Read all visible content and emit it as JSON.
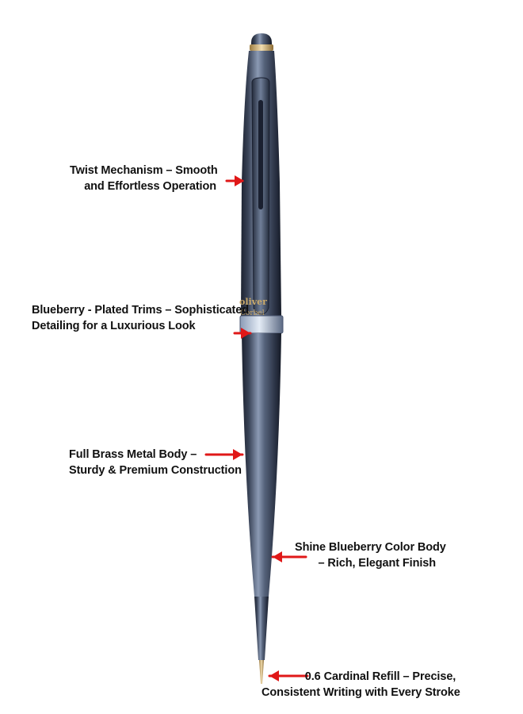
{
  "brand": {
    "name": "oliver",
    "model": "Corbel"
  },
  "colors": {
    "pen_body": "#3a4458",
    "pen_highlight": "#8b9ab4",
    "pen_dark": "#1c2230",
    "gold_accent": "#c9a96a",
    "arrow": "#e01818",
    "text": "#111111"
  },
  "annotations": [
    {
      "line1": "Twist Mechanism – Smooth",
      "line2": "and Effortless Operation"
    },
    {
      "line1": "Blueberry - Plated Trims – Sophisticated",
      "line2": "Detailing for a Luxurious Look"
    },
    {
      "line1": "Full Brass Metal Body –",
      "line2": "Sturdy & Premium Construction"
    },
    {
      "line1": "Shine Blueberry Color Body",
      "line2": "– Rich, Elegant Finish"
    },
    {
      "line1": "0.6 Cardinal Refill – Precise,",
      "line2": "Consistent Writing with Every Stroke"
    }
  ],
  "arrow_icon": "left-pointing-red-arrow"
}
